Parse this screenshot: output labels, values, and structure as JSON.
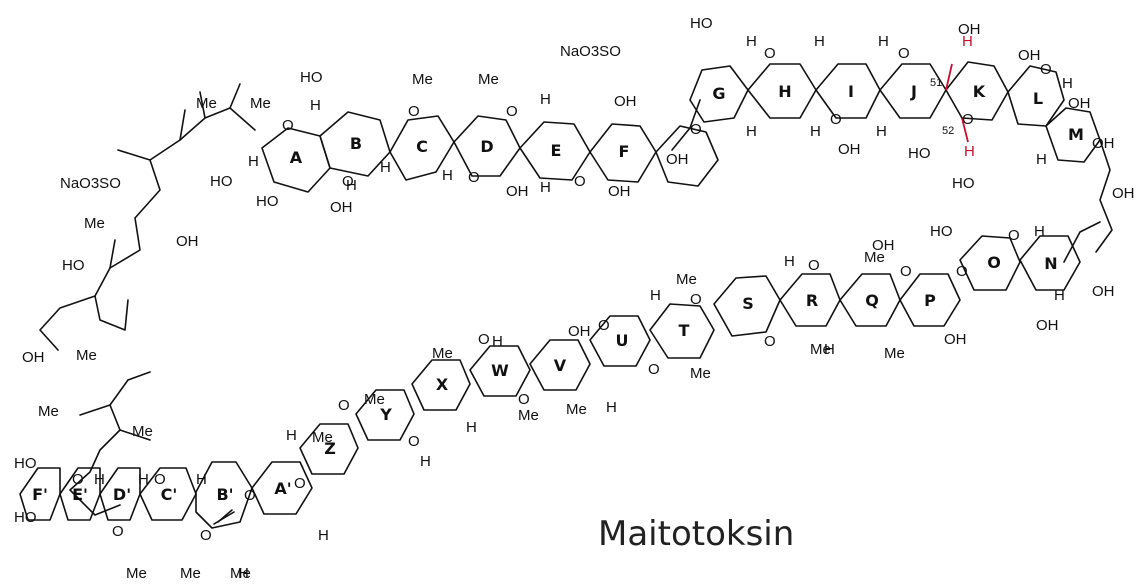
{
  "title": "Maitotoksin",
  "rings": [
    "A",
    "B",
    "C",
    "D",
    "E",
    "F",
    "G",
    "H",
    "I",
    "J",
    "K",
    "L",
    "M",
    "N",
    "O",
    "P",
    "Q",
    "R",
    "S",
    "T",
    "U",
    "V",
    "W",
    "X",
    "Y",
    "Z",
    "A'",
    "B'",
    "C'",
    "D'",
    "E'",
    "F'"
  ],
  "labels": {
    "sulfate": "NaO3SO",
    "hydroxyl": "HO",
    "hydroxyl_r": "OH",
    "methyl": "Me",
    "hydrogen": "H",
    "oxygen": "O",
    "pos51": "51",
    "pos52": "52"
  },
  "colors": {
    "ink": "#111111",
    "highlight": "#c8102e",
    "background": "#ffffff"
  }
}
